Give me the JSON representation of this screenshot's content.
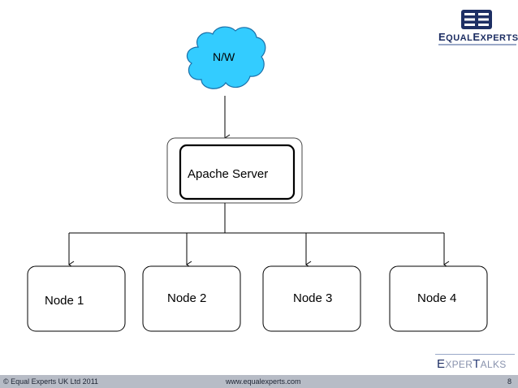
{
  "logo": {
    "word_cap1": "E",
    "word_rest1": "QUAL",
    "word_cap2": "E",
    "word_rest2": "XPERTS",
    "color": "#1d2e63"
  },
  "diagram": {
    "cloud_label": "N/W",
    "server_label": "Apache  Server",
    "nodes": [
      "Node 1",
      "Node 2",
      "Node 3",
      "Node 4"
    ],
    "cloud_color": "#33ccff"
  },
  "brand2": {
    "cap1": "E",
    "rest1": "XPER",
    "cap2": "T",
    "rest2": "ALKS"
  },
  "footer": {
    "copyright": "© Equal Experts UK Ltd 2011",
    "website": "www.equalexperts.com",
    "page": "8"
  }
}
